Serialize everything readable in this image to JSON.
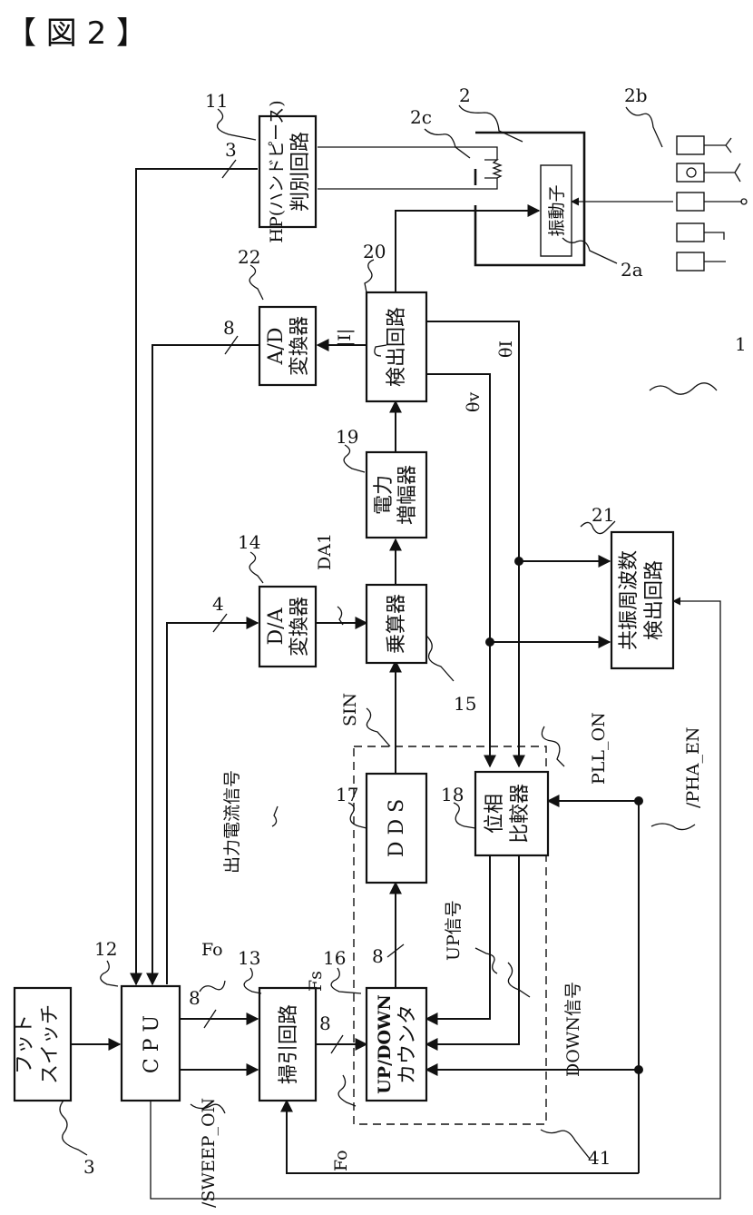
{
  "figure_label": "【 図 2 】",
  "blocks": {
    "foot_switch": {
      "line1": "フット",
      "line2": "スイッチ",
      "ref": "3"
    },
    "cpu": {
      "label": "C P U",
      "ref": "12"
    },
    "sweep": {
      "label": "掃引回路",
      "ref": "13"
    },
    "updown": {
      "line1": "UP/DOWN",
      "line2": "カウンタ",
      "ref": "16"
    },
    "dds": {
      "label": "D D S",
      "ref": "17"
    },
    "phase": {
      "line1": "位相",
      "line2": "比較器",
      "ref": "18"
    },
    "da": {
      "line1": "D/A",
      "line2": "変換器",
      "ref": "14"
    },
    "multiplier": {
      "label": "乗算器",
      "ref": "15"
    },
    "power_amp": {
      "line1": "電力",
      "line2": "増幅器",
      "ref": "19"
    },
    "detect": {
      "label": "検出回路",
      "ref": "20"
    },
    "ad": {
      "line1": "A/D",
      "line2": "変換器",
      "ref": "22"
    },
    "hp": {
      "line1": "HP(ハンドピース)",
      "line2": "判別回路",
      "ref": "11"
    },
    "resonance": {
      "line1": "共振周波数",
      "line2": "検出回路",
      "ref": "21"
    },
    "transducer": {
      "label": "振動子",
      "ref": "2a"
    },
    "handpiece": {
      "ref": "2"
    },
    "resistor": {
      "ref": "2c"
    },
    "probes": {
      "ref": "2b"
    }
  },
  "signals": {
    "fo": "Fo",
    "fo2": "Fo",
    "fs": "Fs",
    "sin": "SIN",
    "da1": "DA1",
    "sweep_on": "/SWEEP_ON",
    "pll_on": "PLL_ON",
    "pha_en": "/PHA_EN",
    "up_signal": "UP信号",
    "down_signal": "DOWN信号",
    "output_current": "出力電流信号",
    "i_label": "|I|",
    "theta_v": "θv",
    "theta_i": "θI"
  },
  "bus_widths": {
    "b1": "8",
    "b2": "8",
    "b3": "8",
    "b4": "8",
    "b5": "4",
    "b6": "3"
  },
  "refs": {
    "system": "1",
    "group": "41"
  }
}
